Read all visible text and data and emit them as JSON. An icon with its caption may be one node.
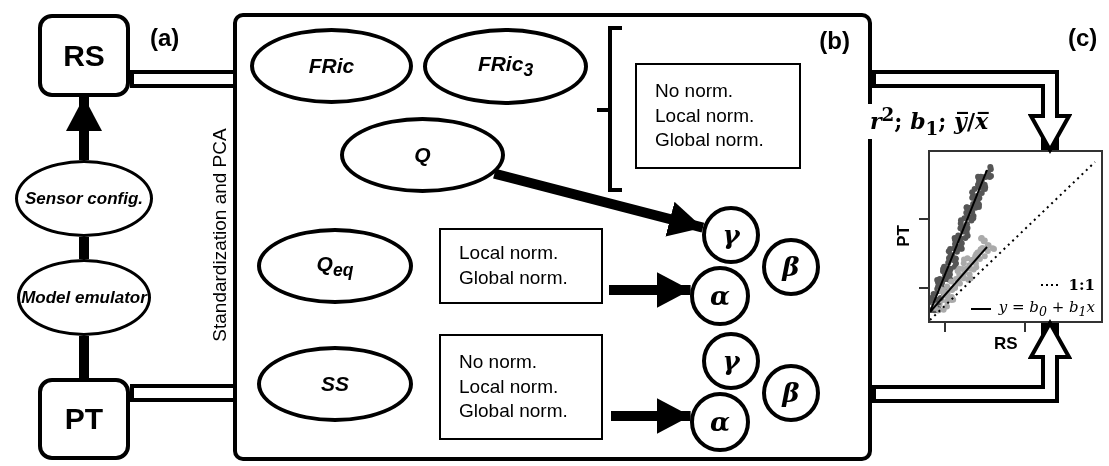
{
  "diagram": {
    "nodes": [
      {
        "text": [
          "RS"
        ]
      },
      {
        "text": [
          "Sensor config."
        ]
      },
      {
        "text": [
          "Model emulator"
        ]
      },
      {
        "text": [
          "PT"
        ]
      },
      {
        "text": [
          "(b)"
        ]
      },
      {
        "text": [
          "FRic"
        ],
        "in": 4
      },
      {
        "text": [
          "FRic$_{3}$"
        ],
        "in": 4
      },
      {
        "text": [
          "Q"
        ],
        "in": 4
      },
      {
        "text": [
          "No norm. Local norm. Global norm."
        ],
        "in": 4
      },
      {
        "text": [
          "*Q*$_{eq}$"
        ],
        "in": 4
      },
      {
        "text": [
          "Local norm. Global norm."
        ],
        "in": 4
      },
      {
        "text": [
          "SS"
        ],
        "in": 4
      },
      {
        "text": [
          "No norm. Local norm. Global norm."
        ],
        "in": 4
      },
      {
        "text": [
          "γ"
        ],
        "in": 4
      },
      {
        "text": [
          "α"
        ],
        "in": 4
      },
      {
        "text": [
          "β"
        ],
        "in": 4
      },
      {
        "text": [
          "γ"
        ],
        "in": 4
      },
      {
        "text": [
          "α"
        ],
        "in": 4
      },
      {
        "text": [
          "β"
        ],
        "in": 4
      },
      {
        "text": [],
        "shape": "plot",
        "beside": [
          "PT",
          "RS"
        ]
      }
    ],
    "edges": [
      {
        "from": 3,
        "to": 2,
        "arrow": "none"
      },
      {
        "from": 2,
        "to": 1,
        "arrow": "none"
      },
      {
        "from": 1,
        "to": 0,
        "arrow": "to"
      },
      {
        "from": 0,
        "to": 4,
        "arrow": "none",
        "style": "thick"
      },
      {
        "from": 3,
        "to": 4,
        "arrow": "none",
        "style": "thick"
      },
      {
        "from": 4,
        "to": 19,
        "arrow": "to",
        "label": "*r*$^{2}$; *b*$_{1}$; *y̅*/*x̅*",
        "style": "thick"
      },
      {
        "from": 4,
        "to": 19,
        "arrow": "to",
        "style": "thick"
      },
      {
        "from": 7,
        "to": 13,
        "arrow": "to"
      },
      {
        "from": 10,
        "to": 14,
        "arrow": "to"
      },
      {
        "from": 12,
        "to": 17,
        "arrow": "to"
      }
    ],
    "labels": [
      "(a)",
      "Standardization and PCA",
      "(c)"
    ],
    "legend": [
      {
        "text": "1:1"
      },
      {
        "text": "y = b$_{0}$ + b$_{1}$x"
      }
    ]
  }
}
